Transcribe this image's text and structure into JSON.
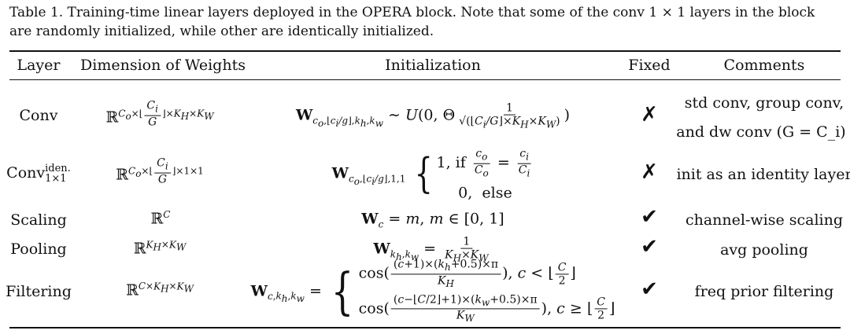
{
  "caption": "Table 1. Training-time linear layers deployed in the OPERA block. Note that some of the conv 1 × 1 layers in the block are randomly initialized, while other are identically initialized.",
  "headers": {
    "layer": "Layer",
    "dimension": "Dimension of Weights",
    "initialization": "Initialization",
    "fixed": "Fixed",
    "comments": "Comments"
  },
  "rows": [
    {
      "layer": "Conv",
      "dimension": "ℝ^{C_o×⌊C_i/G⌋×K_H×K_W}",
      "initialization": "W_{c_o,⌊c_i/g⌋,k_h,k_w} ∼ U(0, Θ 1/√(⌊C_i/G⌋×K_H×K_W))",
      "fixed": "✗",
      "comments": [
        "std conv, group conv,",
        "and dw conv (G = C_i)"
      ]
    },
    {
      "layer": "Conv",
      "layer_sup": "iden.",
      "layer_sub": "1×1",
      "dimension": "ℝ^{C_o×⌊C_i/G⌋×1×1}",
      "initialization": "W_{c_o,⌊c_i/g⌋,1,1} { 1, if c_o/C_o = c_i/C_i ; 0, else }",
      "fixed": "✗",
      "comments": [
        "init as an identity layer"
      ]
    },
    {
      "layer": "Scaling",
      "dimension": "ℝ^C",
      "initialization": "W_c = m, m ∈ [0, 1]",
      "fixed": "✔",
      "comments": [
        "channel-wise scaling"
      ]
    },
    {
      "layer": "Pooling",
      "dimension": "ℝ^{K_H×K_W}",
      "initialization": "W_{k_h,k_w} = 1/(K_H×K_W)",
      "fixed": "✔",
      "comments": [
        "avg pooling"
      ]
    },
    {
      "layer": "Filtering",
      "dimension": "ℝ^{C×K_H×K_W}",
      "initialization": "W_{c,k_h,k_w} = { cos((c+1)×(k_h+0.5)×π / K_H), c < ⌊C/2⌋ ; cos((c−⌊C/2⌋+1)×(k_w+0.5)×π / K_W), c ≥ ⌊C/2⌋ }",
      "fixed": "✔",
      "comments": [
        "freq prior filtering"
      ]
    }
  ]
}
